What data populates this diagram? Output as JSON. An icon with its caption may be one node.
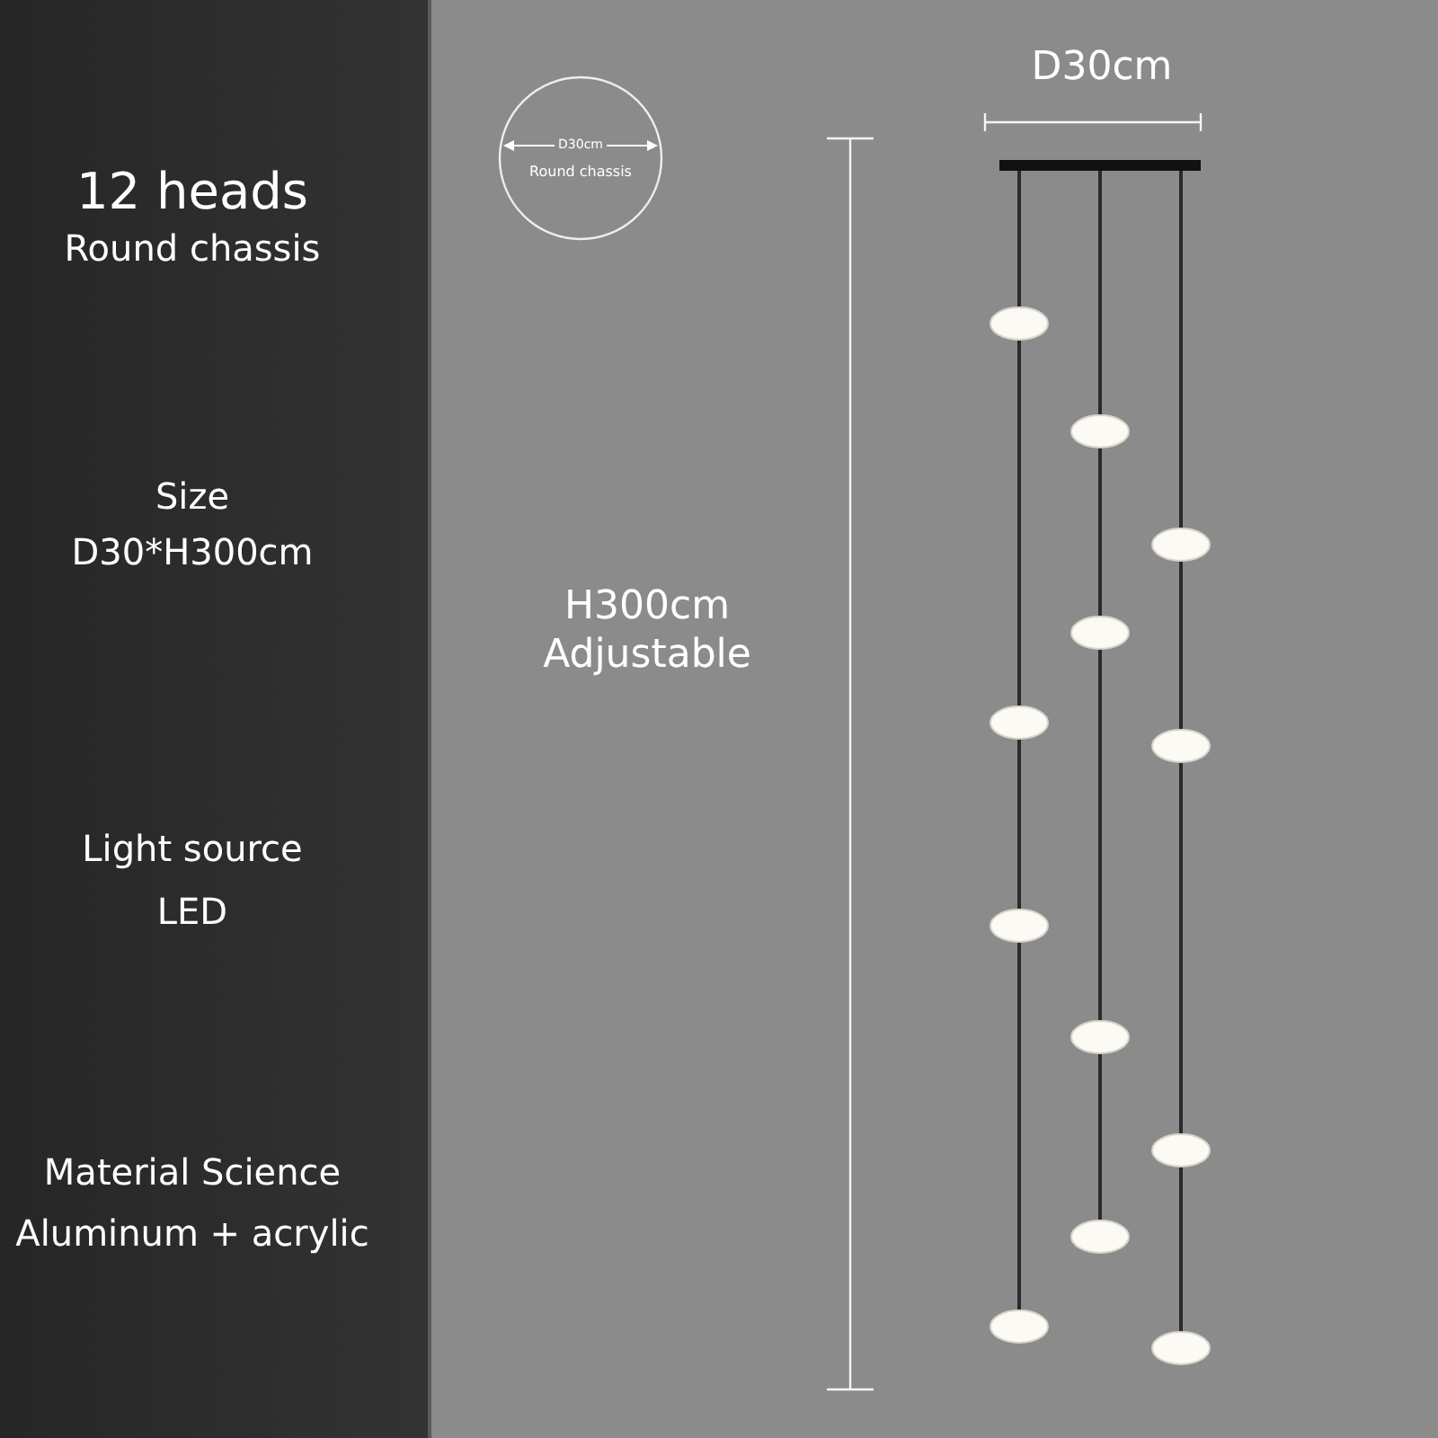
{
  "diagram": {
    "labels": [
      "12 heads",
      "Round chassis",
      "Size",
      "D30*H300cm",
      "Light source",
      "LED",
      "Material Science",
      "Aluminum + acrylic",
      "D30cm",
      "Round chassis",
      "H300cm",
      "Adjustable",
      "D30cm"
    ]
  }
}
